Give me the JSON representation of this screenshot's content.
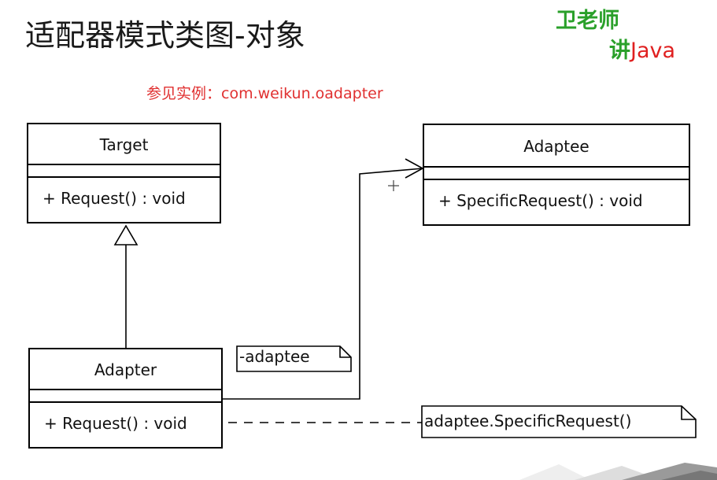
{
  "slide": {
    "title": "适配器模式类图-对象",
    "reference": "参见实例：com.weikun.oadapter"
  },
  "logo": {
    "line1": "卫老师",
    "line2_prefix": "讲",
    "line2_brand": "Java"
  },
  "classes": {
    "target": {
      "name": "Target",
      "operations": [
        "+ Request() : void"
      ]
    },
    "adaptee": {
      "name": "Adaptee",
      "operations": [
        "+ SpecificRequest() : void"
      ]
    },
    "adapter": {
      "name": "Adapter",
      "operations": [
        "+ Request() : void"
      ]
    }
  },
  "notes": {
    "association_role": "-adaptee",
    "implementation": "adaptee.SpecificRequest()"
  },
  "colors": {
    "title": "#1a1a1a",
    "logo_green": "#2aa02a",
    "logo_red": "#e02020",
    "reference_red": "#e03030",
    "line": "#000000"
  }
}
